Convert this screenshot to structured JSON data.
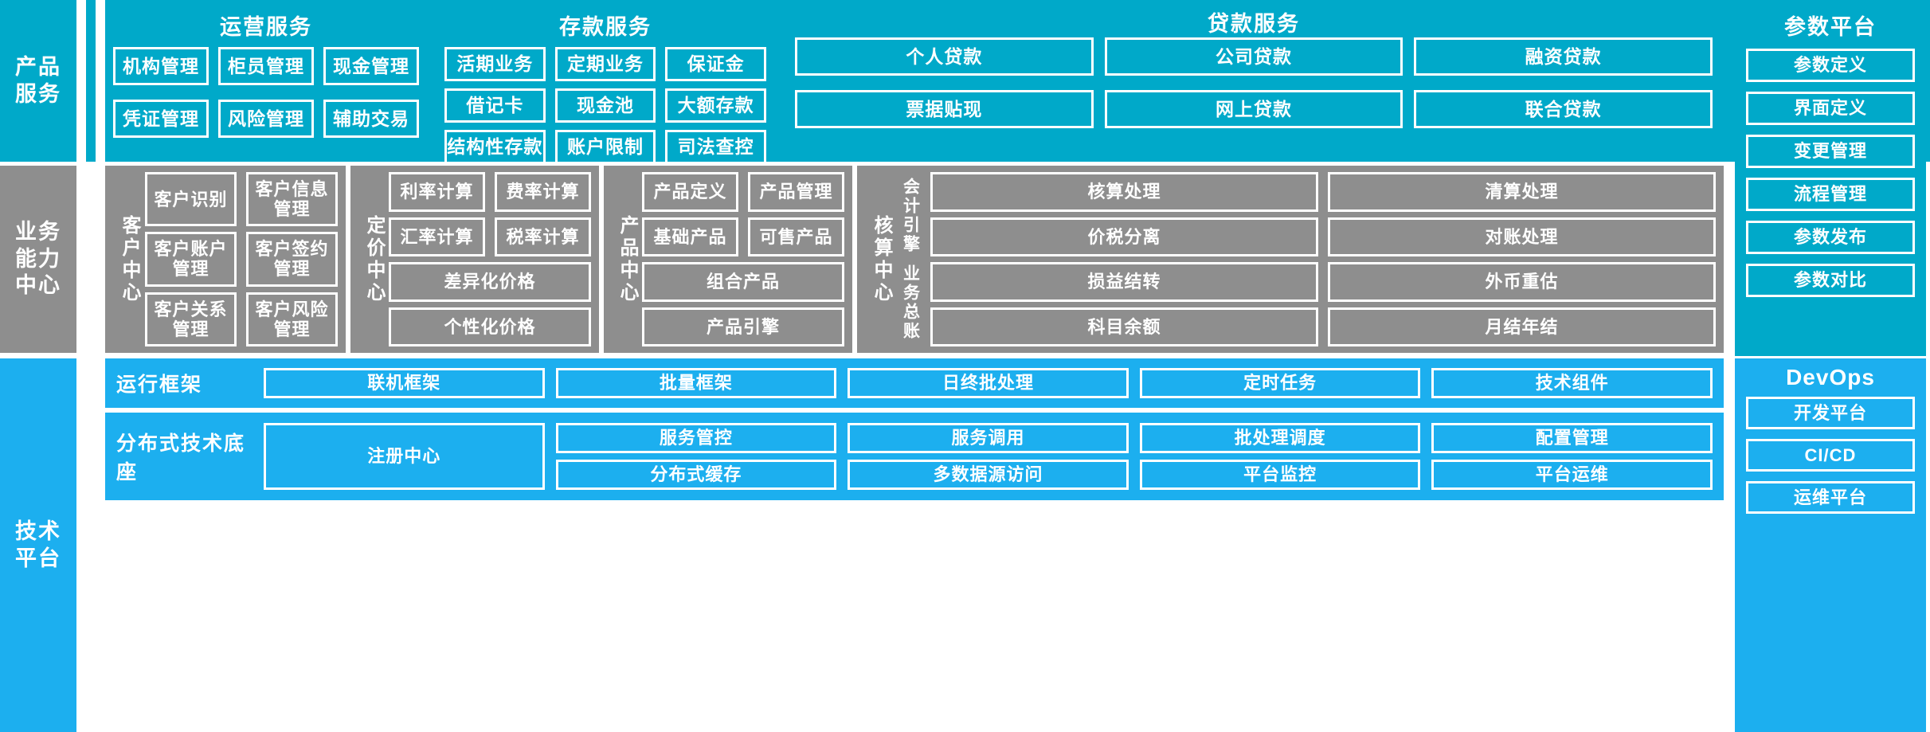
{
  "bands": {
    "product_services": {
      "label": "产品\n服务",
      "color": "#00A9C9"
    },
    "business_capability": {
      "label": "业务\n能力\n中心",
      "color": "#8E8E8E"
    },
    "technical_platform": {
      "label": "技术\n平台",
      "color": "#1CAFEF"
    }
  },
  "product_services": {
    "panels": [
      {
        "title": "运营服务",
        "items": [
          "机构管理",
          "柜员管理",
          "现金管理",
          "凭证管理",
          "风险管理",
          "辅助交易"
        ]
      },
      {
        "title": "存款服务",
        "items": [
          "活期业务",
          "定期业务",
          "保证金",
          "借记卡",
          "现金池",
          "大额存款",
          "结构性存款",
          "账户限制",
          "司法查控"
        ]
      },
      {
        "title": "贷款服务",
        "items": [
          "个人贷款",
          "公司贷款",
          "融资贷款",
          "票据贴现",
          "网上贷款",
          "联合贷款"
        ]
      }
    ]
  },
  "parameter_platform": {
    "title": "参数平台",
    "items": [
      "参数定义",
      "界面定义",
      "变更管理",
      "流程管理",
      "参数发布",
      "参数对比"
    ]
  },
  "business_capability": {
    "centers": [
      {
        "name": "客户中心",
        "items": [
          "客户识别",
          "客户信息管理",
          "客户账户管理",
          "客户签约管理",
          "客户关系管理",
          "客户风险管理"
        ]
      },
      {
        "name": "定价中心",
        "items": [
          "利率计算",
          "费率计算",
          "汇率计算",
          "税率计算",
          "差异化价格",
          "个性化价格"
        ]
      },
      {
        "name": "产品中心",
        "items": [
          "产品定义",
          "产品管理",
          "基础产品",
          "可售产品",
          "组合产品",
          "产品引擎"
        ]
      },
      {
        "name": "核算中心",
        "sublabels": [
          "会计引擎",
          "业务总账"
        ],
        "items": [
          "核算处理",
          "清算处理",
          "价税分离",
          "对账处理",
          "损益结转",
          "外币重估",
          "科目余额",
          "月结年结"
        ]
      }
    ]
  },
  "technical_platform": {
    "rows": [
      {
        "label": "运行框架",
        "items": [
          "联机框架",
          "批量框架",
          "日终批处理",
          "定时任务",
          "技术组件"
        ]
      },
      {
        "label": "分布式技术底座",
        "items": [
          "注册中心",
          "服务管控",
          "服务调用",
          "批处理调度",
          "配置管理",
          "分布式缓存",
          "多数据源访问",
          "平台监控",
          "平台运维"
        ]
      }
    ]
  },
  "devops": {
    "title": "DevOps",
    "items": [
      "开发平台",
      "CI/CD",
      "运维平台"
    ]
  }
}
